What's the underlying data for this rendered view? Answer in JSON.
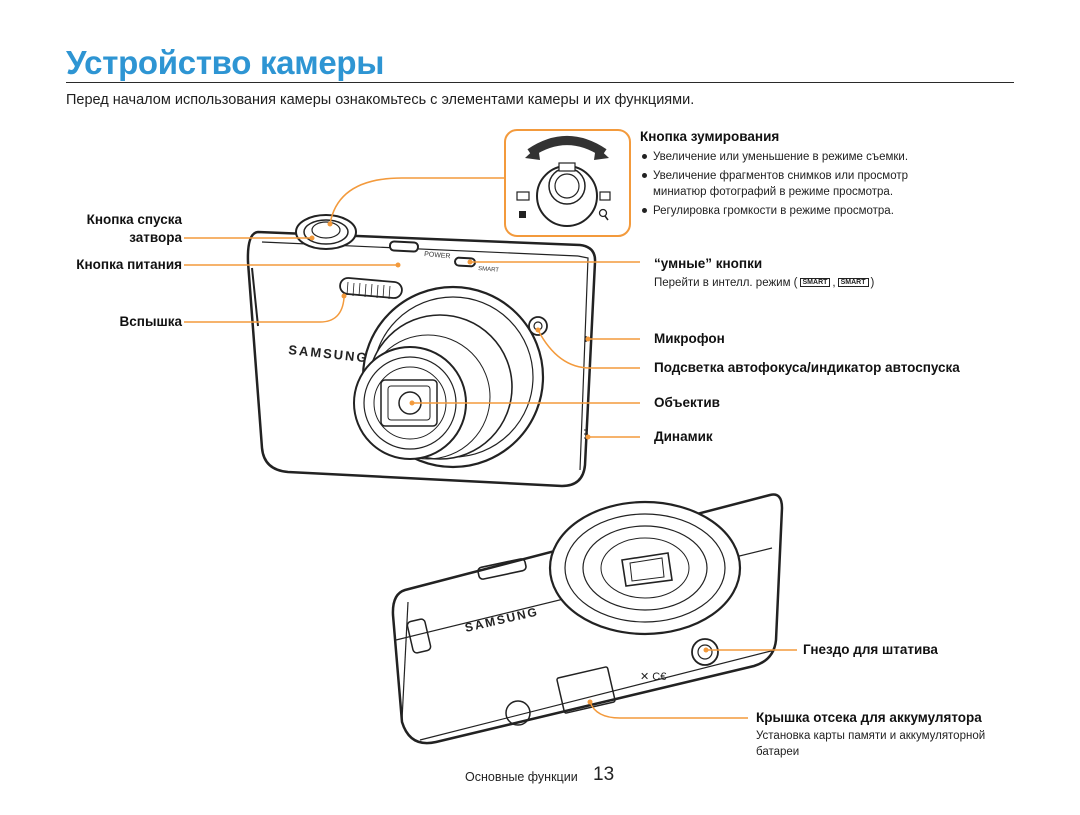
{
  "title": "Устройство камеры",
  "intro": "Перед началом использования камеры ознакомьтесь с элементами камеры и их функциями.",
  "labels": {
    "shutter_line1": "Кнопка спуска",
    "shutter_line2": "затвора",
    "power": "Кнопка питания",
    "flash": "Вспышка",
    "zoom": "Кнопка зумирования",
    "smart": "“умные” кнопки",
    "smart_desc": "Перейти в интелл. режим (",
    "smart_desc_sep": ",",
    "smart_desc_end": ")",
    "mic": "Микрофон",
    "af_lamp": "Подсветка автофокуса/индикатор автоспуска",
    "lens": "Объектив",
    "speaker": "Динамик",
    "tripod": "Гнездо для штатива",
    "battery": "Крышка отсека для аккумулятора",
    "battery_desc_line1": "Установка карты памяти и аккумуляторной",
    "battery_desc_line2": "батареи"
  },
  "zoom_bullets": [
    "Увеличение или уменьшение в режиме съемки.",
    "Увеличение фрагментов снимков или просмотр миниатюр фотографий в режиме просмотра.",
    "Регулировка громкости в режиме просмотра."
  ],
  "camera": {
    "brand": "SAMSUNG",
    "power_label": "POWER",
    "smart_label": "SMART",
    "smart_icon_text": "SMART"
  },
  "footer": {
    "section": "Основные функции",
    "page": "13"
  },
  "colors": {
    "title": "#2e95d3",
    "callout": "#f39a3c",
    "rule": "#2a2a2a"
  }
}
